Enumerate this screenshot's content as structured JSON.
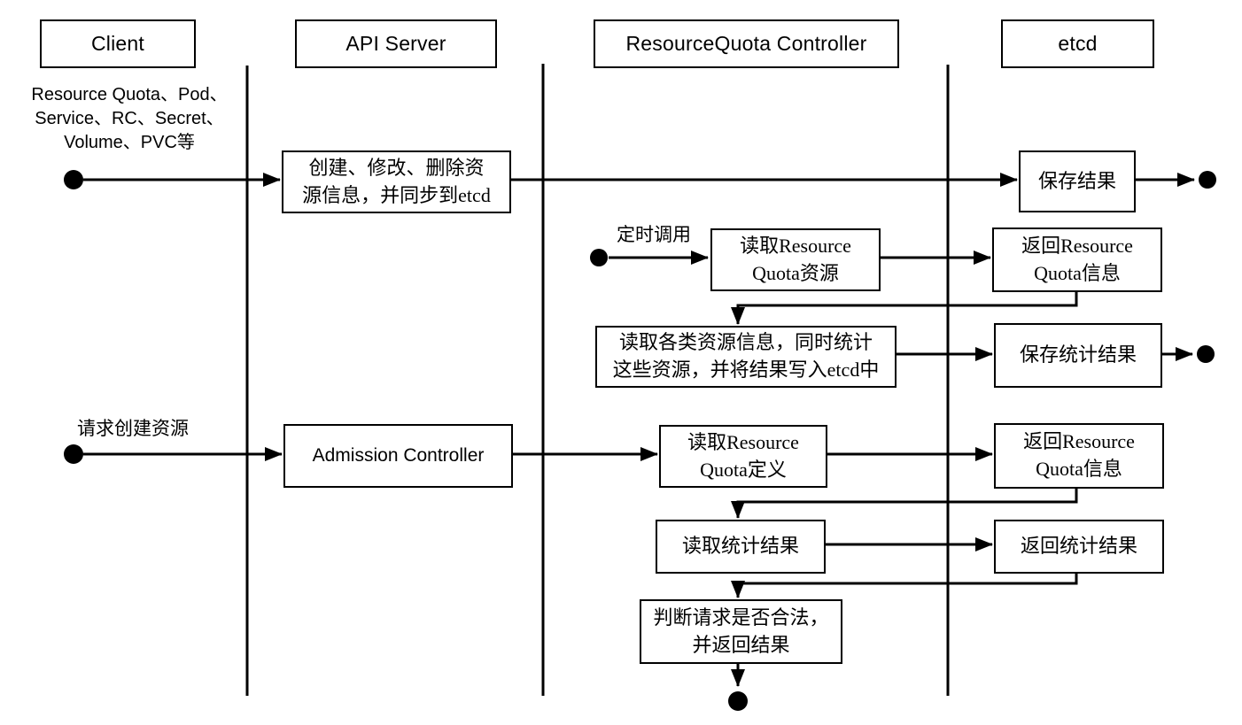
{
  "colors": {
    "ink": "#000000",
    "background": "#ffffff"
  },
  "participants": {
    "client": "Client",
    "api_server": "API Server",
    "rq_controller": "ResourceQuota Controller",
    "etcd": "etcd"
  },
  "annotations": {
    "client_resources": "Resource Quota、Pod、\nService、RC、Secret、\nVolume、PVC等",
    "timer_call": "定时调用",
    "request_create": "请求创建资源"
  },
  "steps": {
    "create_modify_delete": "创建、修改、删除资\n源信息，并同步到etcd",
    "save_result": "保存结果",
    "read_rq_resource": "读取Resource\nQuota资源",
    "return_rq_info_1": "返回Resource\nQuota信息",
    "read_all_resources": "读取各类资源信息，同时统计\n这些资源，并将结果写入etcd中",
    "save_stats_result": "保存统计结果",
    "admission_controller": "Admission Controller",
    "read_rq_definition": "读取Resource\nQuota定义",
    "return_rq_info_2": "返回Resource\nQuota信息",
    "read_stats_result": "读取统计结果",
    "return_stats_result": "返回统计结果",
    "validate_request": "判断请求是否合法，\n并返回结果"
  }
}
